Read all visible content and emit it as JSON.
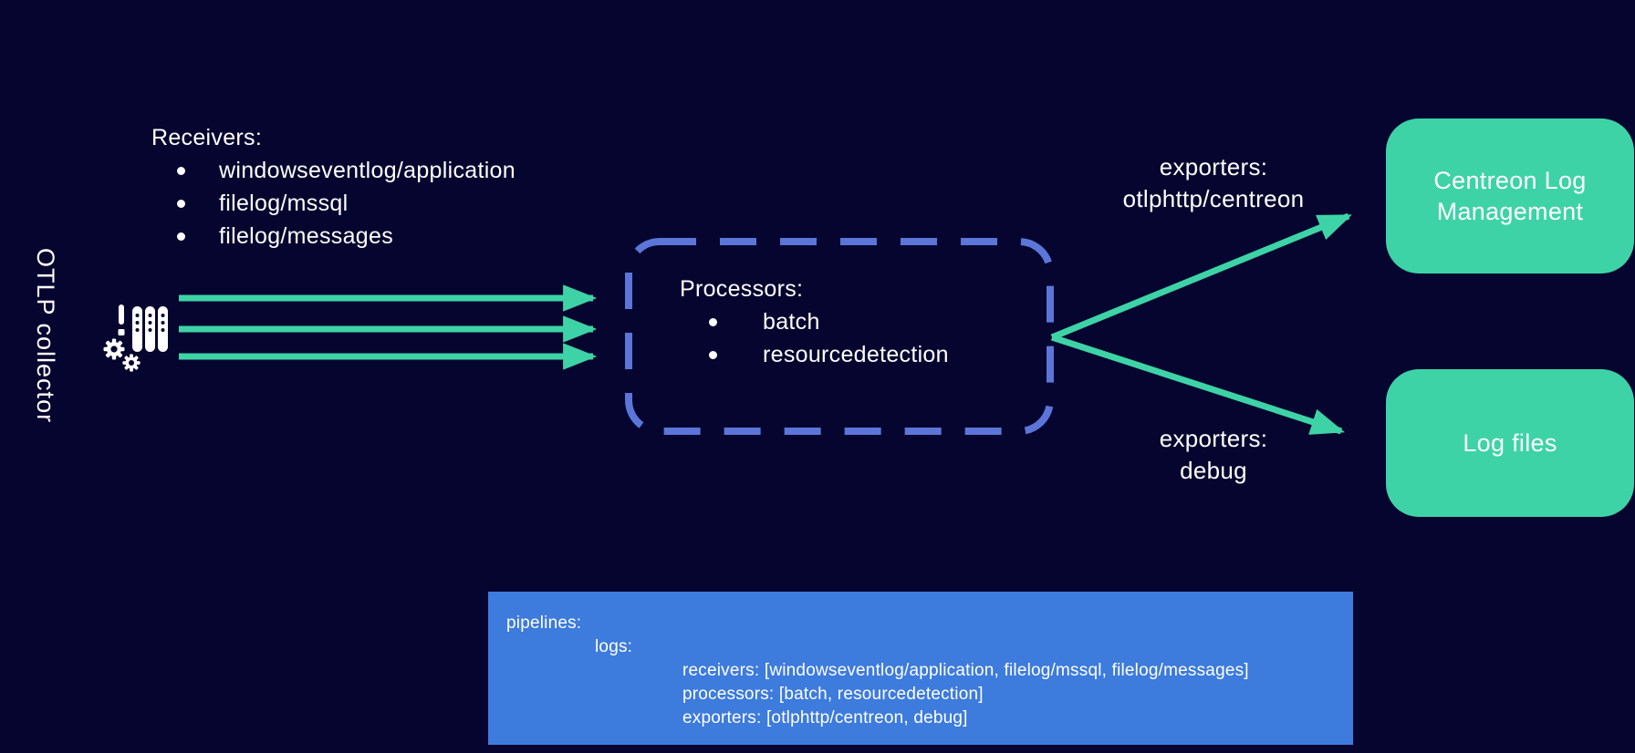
{
  "diagram": {
    "source_label": "OTLP collector",
    "source_icon": "servers-with-gears-icon",
    "receivers": {
      "title": "Receivers:",
      "items": [
        "windowseventlog/application",
        "filelog/mssql",
        "filelog/messages"
      ]
    },
    "processors": {
      "title": "Processors:",
      "items": [
        "batch",
        "resourcedetection"
      ]
    },
    "exporter_top": {
      "line1": "exporters:",
      "line2": "otlphttp/centreon"
    },
    "exporter_bottom": {
      "line1": "exporters:",
      "line2": "debug"
    },
    "destinations": [
      {
        "label": "Centreon Log Management"
      },
      {
        "label": "Log files"
      }
    ],
    "config": {
      "lines": [
        "pipelines:",
        "logs:",
        "receivers: [windowseventlog/application, filelog/mssql, filelog/messages]",
        "processors: [batch, resourcedetection]",
        "exporters: [otlphttp/centreon, debug]"
      ]
    }
  },
  "colors": {
    "background": "#05052f",
    "accent_teal": "#3ed3a6",
    "dashed_border": "#5b76d8",
    "config_box_blue": "#3d7bdc",
    "text": "#ffffff"
  }
}
